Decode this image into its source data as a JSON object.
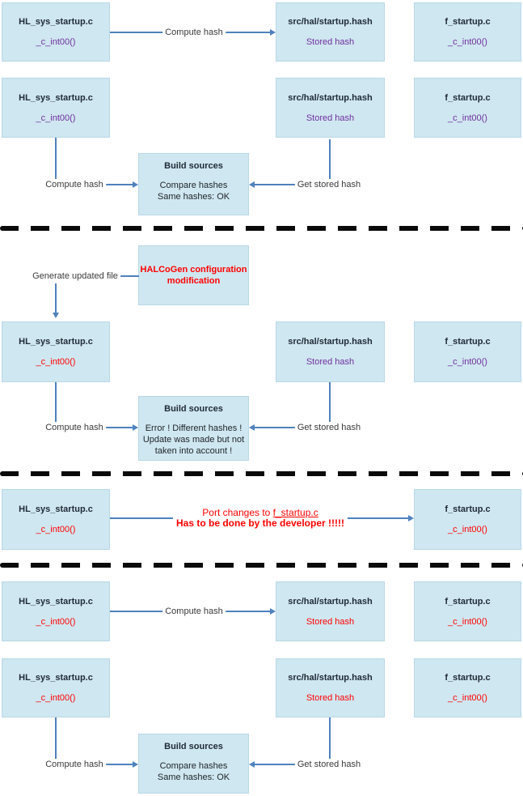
{
  "colors": {
    "box_fill": "#cfe7f0",
    "box_border": "#b7d9e6",
    "line_blue": "#4f81bd",
    "purple": "#7030a0",
    "red": "#ff0000",
    "separator": "#0a0a0a"
  },
  "files": {
    "hl": {
      "title": "HL_sys_startup.c",
      "subtitle": "_c_int00()"
    },
    "hash": {
      "title": "src/hal/startup.hash",
      "subtitle": "Stored hash"
    },
    "f": {
      "title": "f_startup.c",
      "subtitle": "_c_int00()"
    }
  },
  "labels": {
    "compute_hash": "Compute hash",
    "get_stored_hash": "Get stored hash",
    "generate_updated_file": "Generate updated file"
  },
  "build_ok": {
    "title": "Build sources",
    "line1": "Compare hashes",
    "line2": "Same hashes: OK"
  },
  "build_error": {
    "title": "Build sources",
    "line1": "Error ! Different hashes !",
    "line2": "Update was made but not",
    "line3": "taken into account !"
  },
  "halcogen": {
    "line1": "HALCoGen configuration",
    "line2": "modification"
  },
  "port": {
    "prefix": "Port changes to ",
    "file": "f_startup.c",
    "line2": "Has to be done by the developer !!!!!"
  }
}
